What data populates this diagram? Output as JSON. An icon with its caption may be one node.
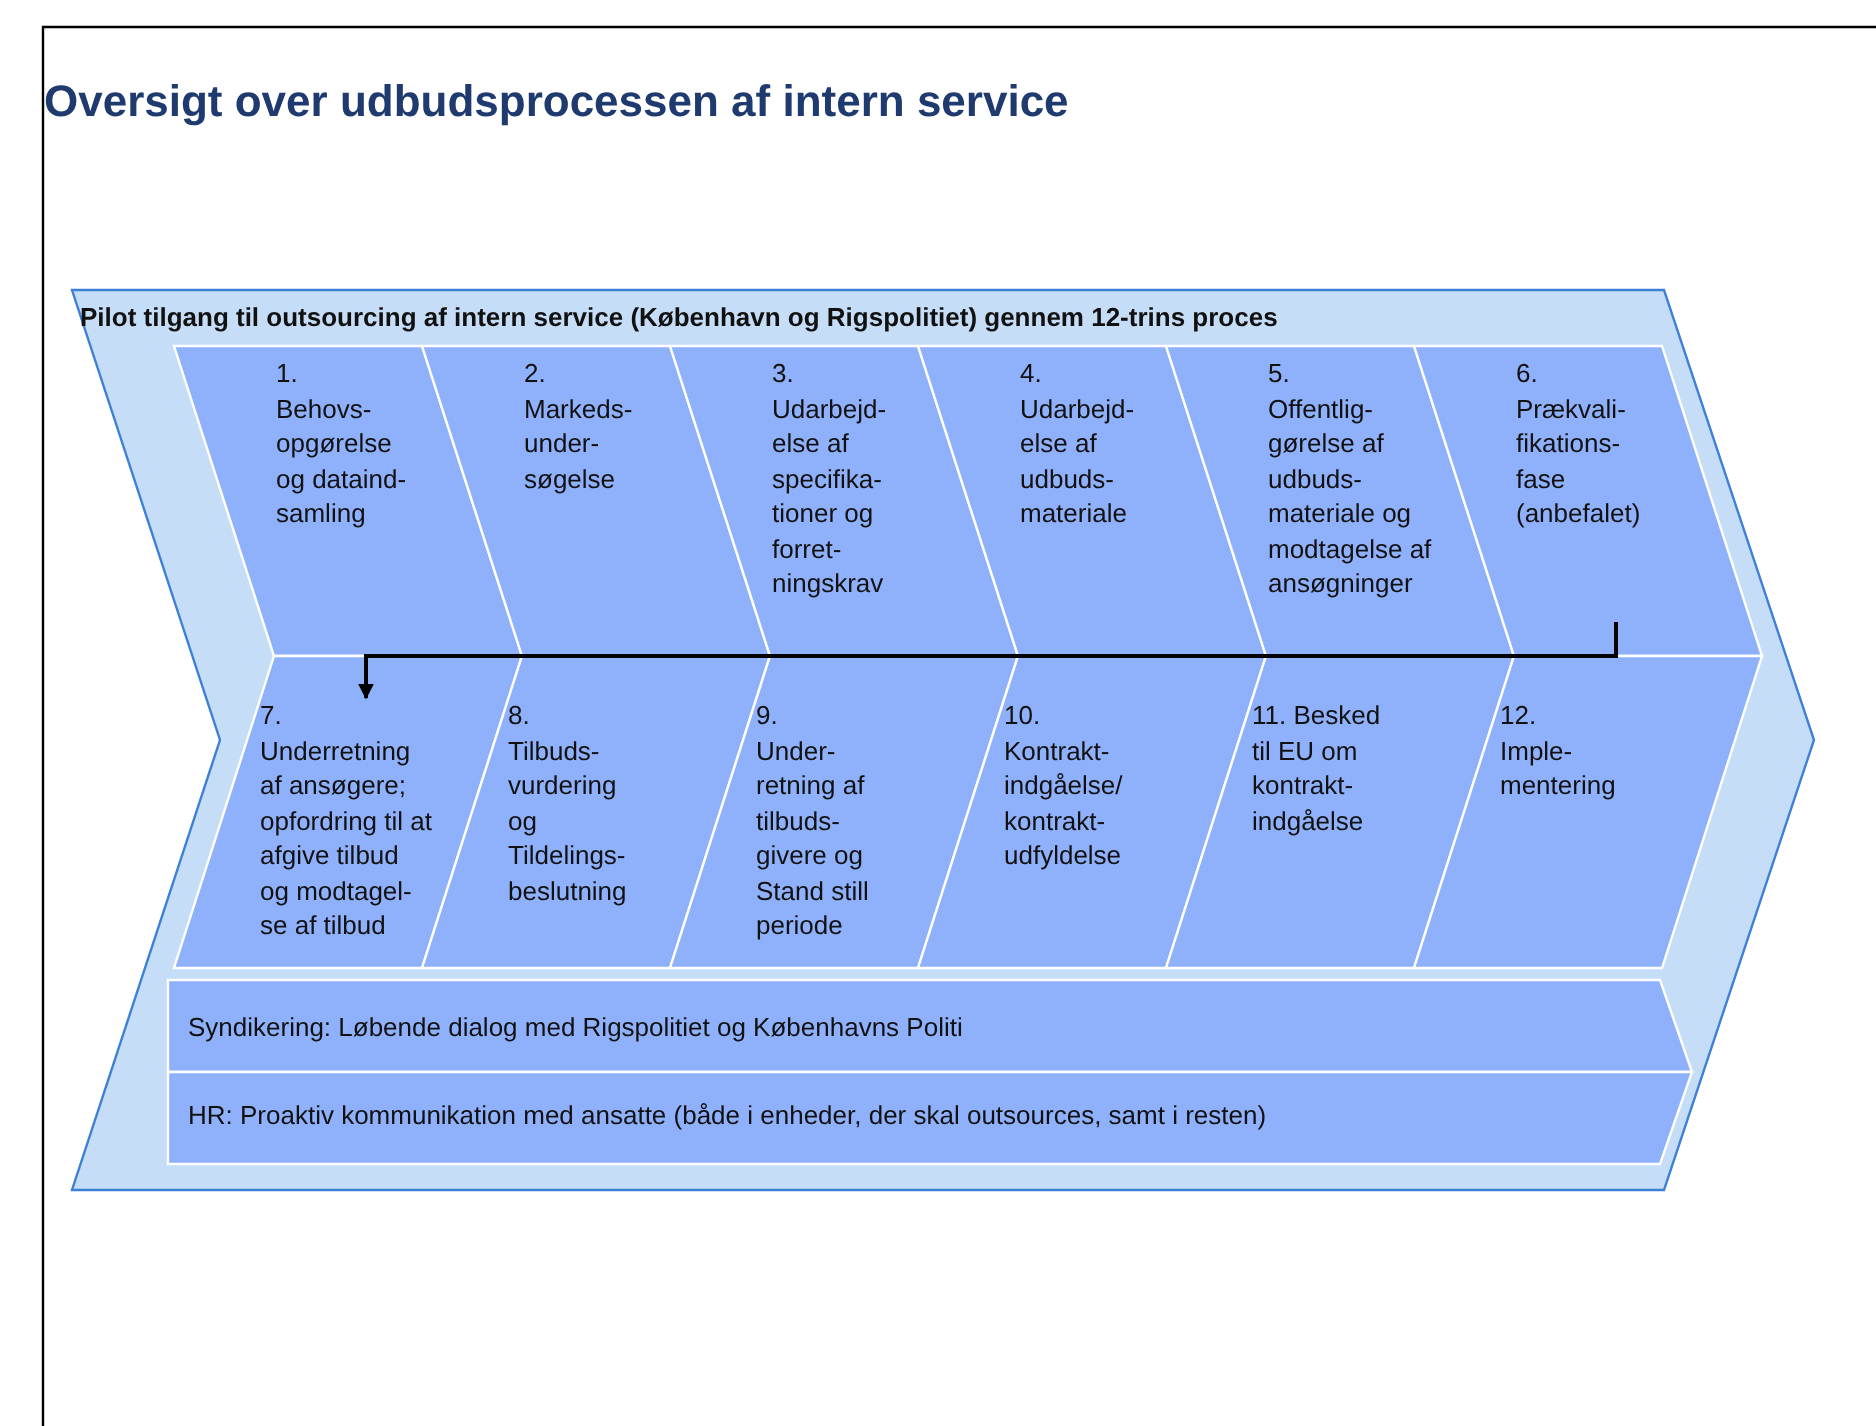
{
  "diagram": {
    "title": "Oversigt over udbudsprocessen af intern service",
    "nodes": [
      {
        "text": [
          "Pilot tilgang til outsourcing af intern service (København og Rigspolitiet) gennem 12-trins proces"
        ]
      },
      {
        "text": [
          "1. Behovs- opgørelse og dataind- samling"
        ],
        "in": 0
      },
      {
        "text": [
          "2. Markeds- under- søgelse"
        ],
        "in": 0
      },
      {
        "text": [
          "3. Udarbejd- else af specifika- tioner og forret- ningskrav"
        ],
        "in": 0
      },
      {
        "text": [
          "4. Udarbejd- else af udbuds- materiale"
        ],
        "in": 0
      },
      {
        "text": [
          "5. Offentlig- gørelse af udbuds- materiale og modtagelse af ansøgninger"
        ],
        "in": 0
      },
      {
        "text": [
          "6. Prækvali- fikations- fase (anbefalet)"
        ],
        "in": 0
      },
      {
        "text": [
          "7. Underretning af ansøgere; opfordring til at afgive tilbud og modtagel- se af tilbud"
        ],
        "in": 0
      },
      {
        "text": [
          "8. Tilbuds- vurdering og Tildelings- beslutning"
        ],
        "in": 0
      },
      {
        "text": [
          "9. Under- retning af tilbuds- givere og Stand still periode"
        ],
        "in": 0
      },
      {
        "text": [
          "10. Kontrakt- indgåelse/ kontrakt- udfyldelse"
        ],
        "in": 0
      },
      {
        "text": [
          "11. Besked til EU om kontrakt- indgåelse"
        ],
        "in": 0
      },
      {
        "text": [
          "12. Imple- mentering"
        ],
        "in": 0
      },
      {
        "text": [
          "Syndikering: Løbende dialog med Rigspolitiet og Københavns Politi"
        ],
        "in": 0
      },
      {
        "text": [
          "HR: Proaktiv kommunikation med ansatte (både i enheder, der skal outsources, samt i resten)"
        ],
        "in": 0
      }
    ],
    "edges": [
      {
        "from": 6,
        "to": 7,
        "arrow": "to"
      }
    ]
  }
}
